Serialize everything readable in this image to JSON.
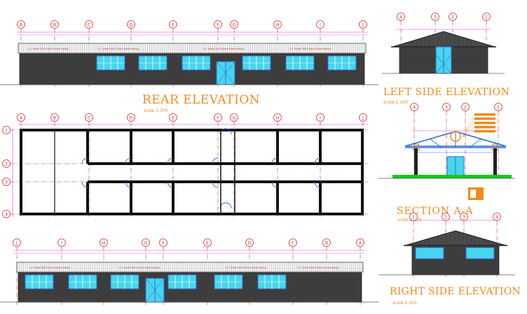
{
  "titles": {
    "rear": "REAR ELEVATION",
    "left_side": "LEFT SIDE ELEVATION",
    "section": "SECTION A-A",
    "right_side": "RIGHT SIDE ELEVATION"
  },
  "scales": {
    "rear": "scale 1:100",
    "left_side": "scale 1:100",
    "section": "scale 1:100",
    "right_side": "scale 1:100"
  },
  "roof_note": "G.I. Sheet 26G 0.5mm Sheet roofing",
  "grids": {
    "rear_elevation": [
      "A",
      "B",
      "C",
      "D",
      "E",
      "F",
      "G",
      "H",
      "I",
      "J"
    ],
    "plan_top": [
      "A",
      "B",
      "C",
      "D",
      "E",
      "F",
      "G",
      "H",
      "I",
      "J"
    ],
    "plan_side": [
      "1",
      "2",
      "3",
      "4"
    ],
    "front_elevation": [
      "J",
      "I",
      "H",
      "G",
      "F",
      "E",
      "D",
      "C",
      "B",
      "A"
    ],
    "left_side": [
      "4",
      "3",
      "2",
      "1"
    ],
    "section": [
      "4",
      "3",
      "2",
      "1"
    ],
    "right_side": [
      "1",
      "2",
      "3",
      "4"
    ]
  },
  "colors": {
    "title": "#f08a1c",
    "grid_bubble": "#d93030",
    "dimension": "#e23be0",
    "wall": "#3a3a3a",
    "window_glass": "#47d6ee",
    "frame": "#2f6bd8",
    "ground": "#19c61c"
  }
}
